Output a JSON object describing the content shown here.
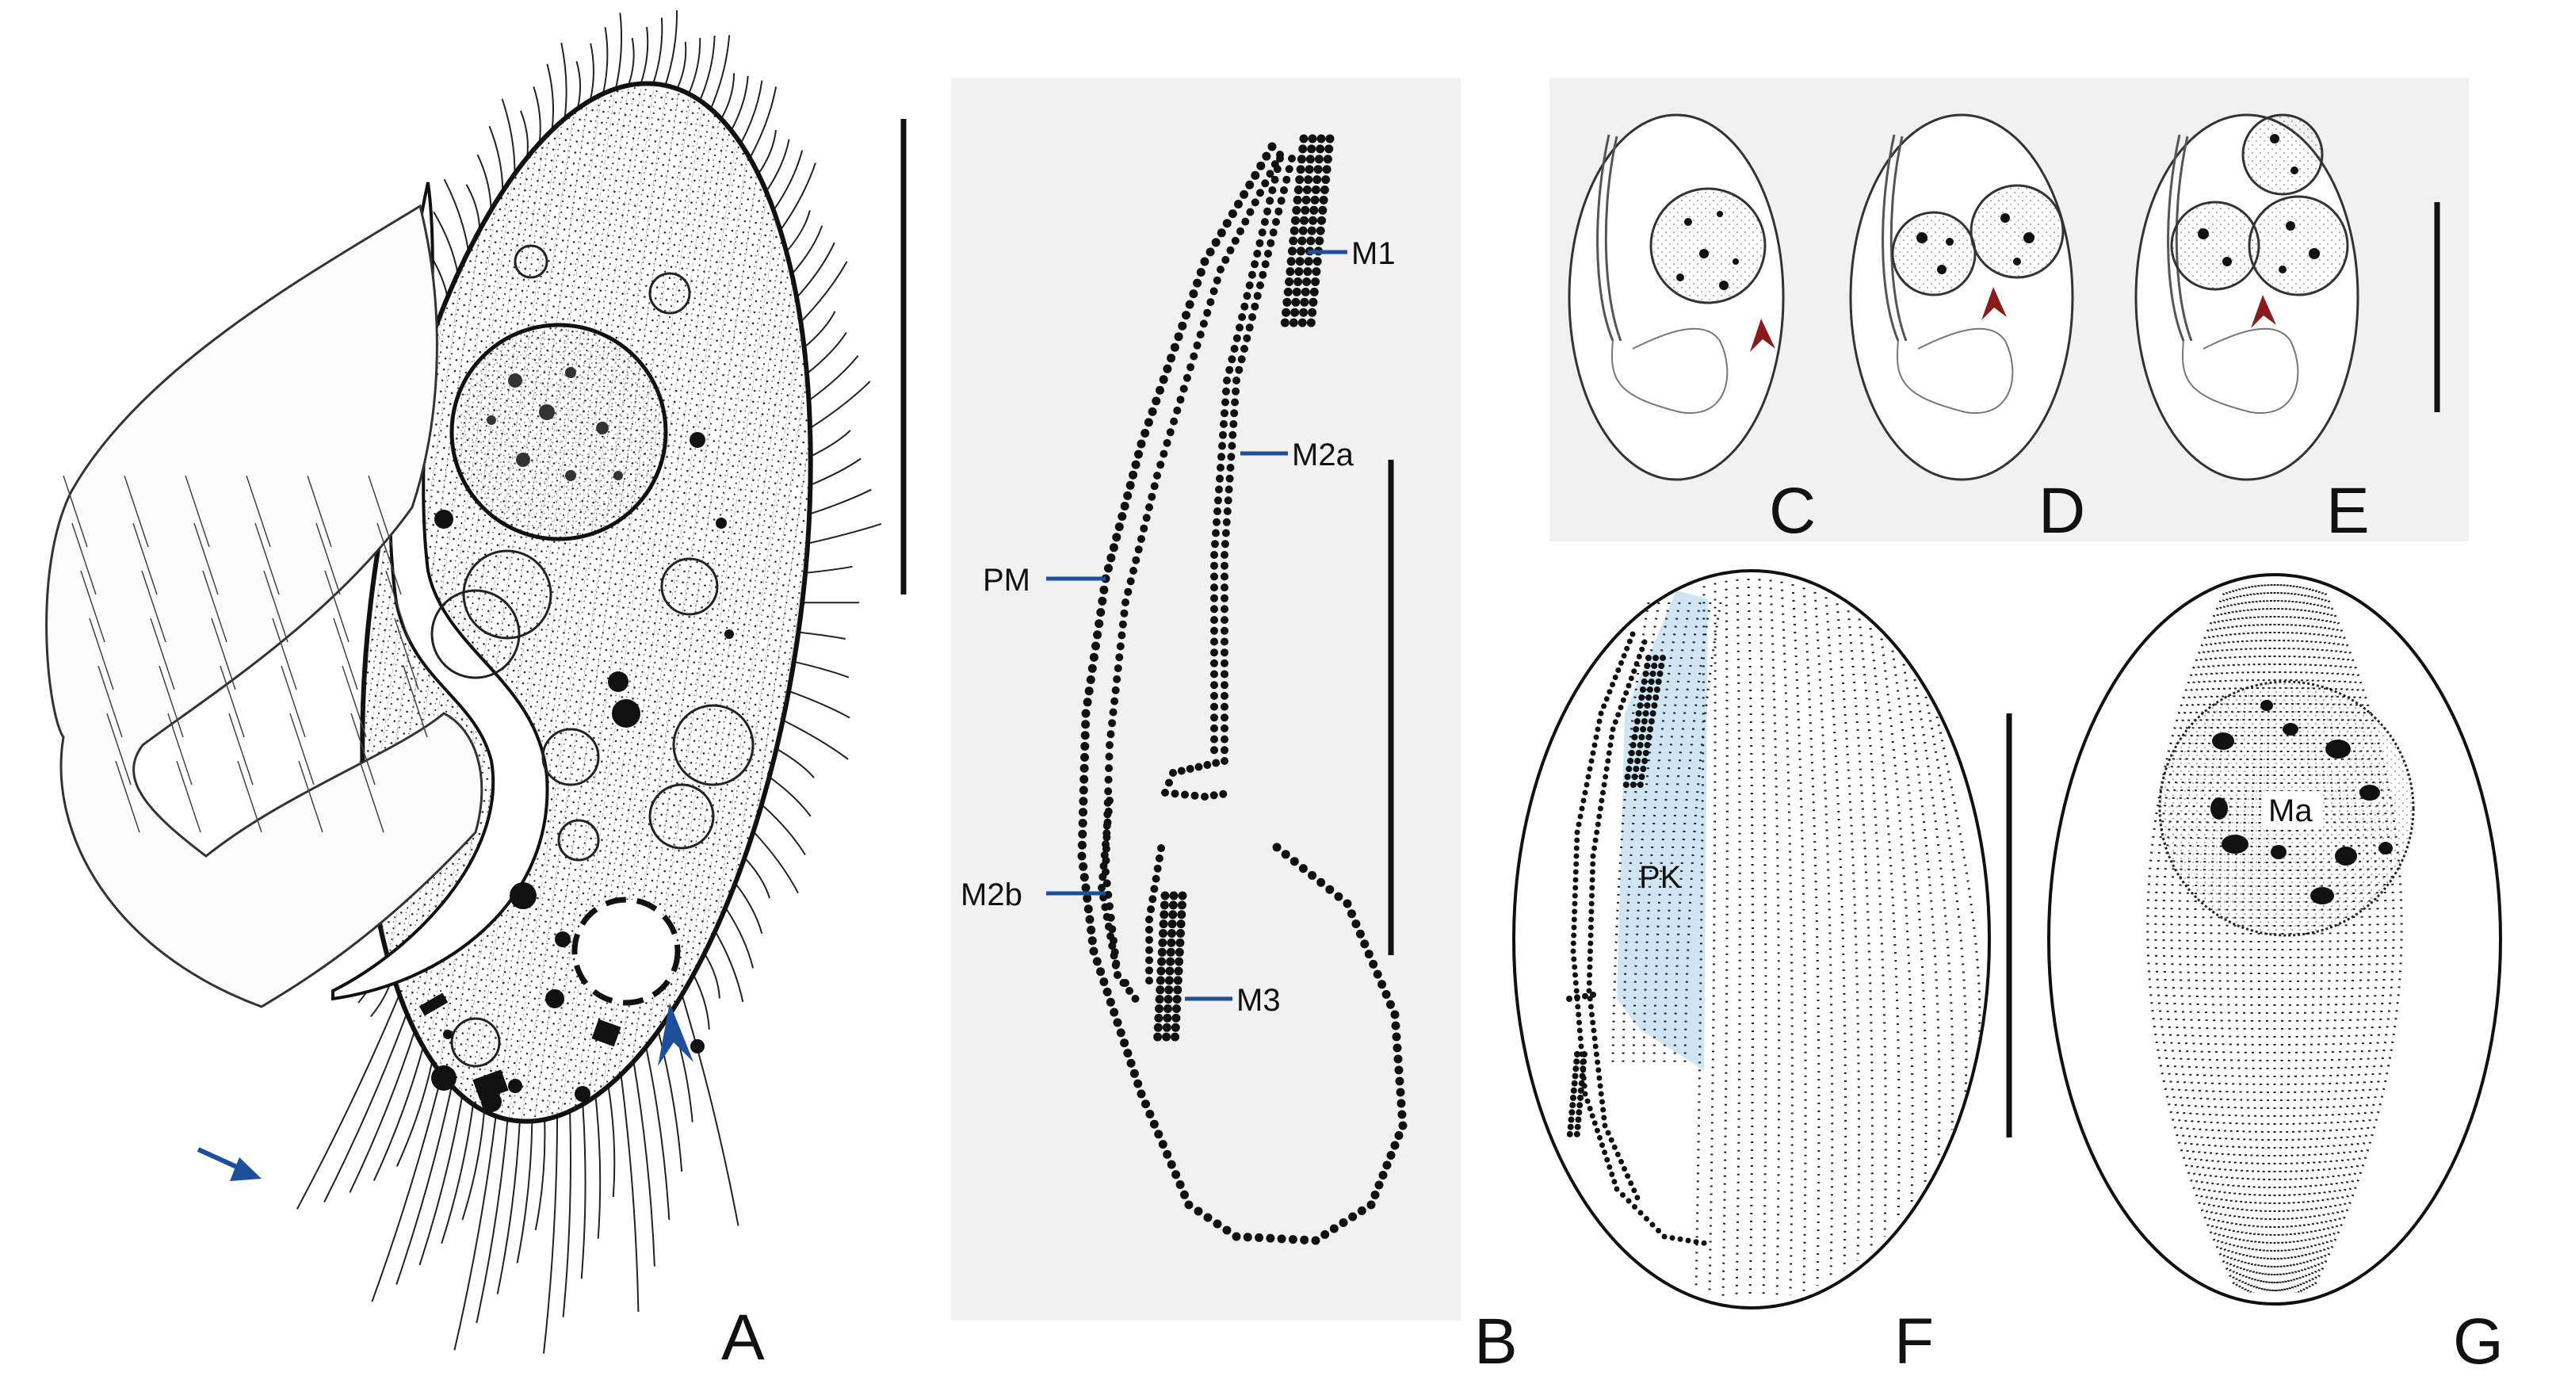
{
  "figure": {
    "panels": [
      {
        "id": "A",
        "label": "A"
      },
      {
        "id": "B",
        "label": "B"
      },
      {
        "id": "C",
        "label": "C"
      },
      {
        "id": "D",
        "label": "D"
      },
      {
        "id": "E",
        "label": "E"
      },
      {
        "id": "F",
        "label": "F"
      },
      {
        "id": "G",
        "label": "G"
      }
    ],
    "callouts_b": [
      {
        "key": "m1",
        "text": "M1"
      },
      {
        "key": "m2a",
        "text": "M2a"
      },
      {
        "key": "pm",
        "text": "PM"
      },
      {
        "key": "m2b",
        "text": "M2b"
      },
      {
        "key": "m3",
        "text": "M3"
      }
    ],
    "callout_f": "PK",
    "callout_g": "Ma",
    "colors": {
      "panel_bg": "#f1f1f1",
      "callout_line": "#1d4f9c",
      "arrow_blue": "#1d4f9c",
      "arrowhead_red": "#8b1a1a",
      "pk_fill": "#cfe6f2",
      "ink": "#111111"
    }
  }
}
